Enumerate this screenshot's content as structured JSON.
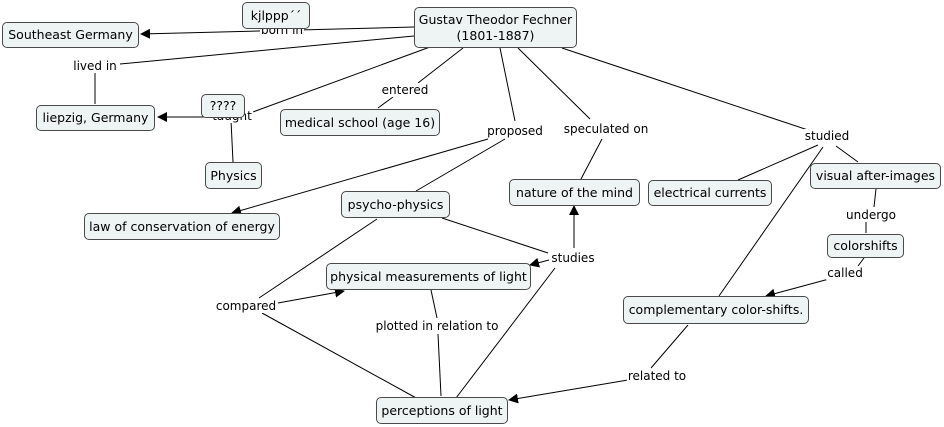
{
  "nodes": {
    "fechner": "Gustav Theodor Fechner\n(1801-1887)",
    "kjlppp": "kjlppp´´",
    "southeast": "Southeast Germany",
    "liepzig": "liepzig, Germany",
    "qqqq": "????",
    "medical": "medical school (age 16)",
    "physics": "Physics",
    "conservation": "law of conservation of energy",
    "psychophysics": "psycho-physics",
    "mind": "nature of the mind",
    "currents": "electrical currents",
    "afterimages": "visual after-images",
    "colorshifts": "colorshifts",
    "complementary": "complementary color-shifts.",
    "measurements": "physical measurements of light",
    "perceptions": "perceptions of light"
  },
  "links": {
    "born_in": "born in",
    "lived_in": "lived in",
    "taught": "taught",
    "entered": "entered",
    "proposed": "proposed",
    "speculated_on": "speculated on",
    "studied": "studied",
    "undergo": "undergo",
    "called": "called",
    "studies": "studies",
    "compared": "compared",
    "plotted": "plotted in relation to",
    "related_to": "related to"
  },
  "colors": {
    "node_fill": "#eef3f4",
    "node_border": "#4a4a4a",
    "line": "#000000"
  }
}
